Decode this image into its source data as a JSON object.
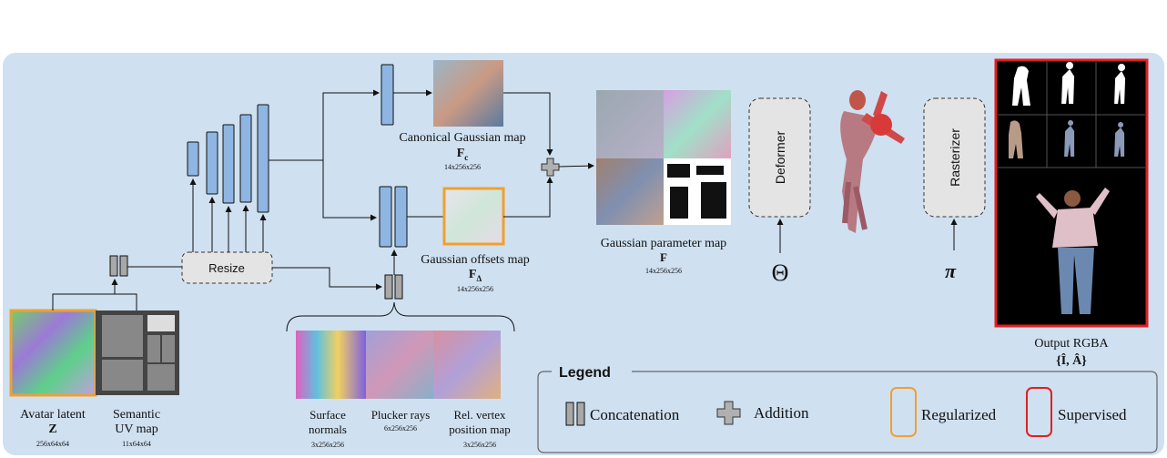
{
  "avatar_latent": {
    "label": "Avatar latent",
    "symbol": "Z",
    "dims": "256x64x64"
  },
  "semantic_uv": {
    "label_line1": "Semantic",
    "label_line2": "UV map",
    "dims": "11x64x64"
  },
  "resize": {
    "label": "Resize"
  },
  "canonical": {
    "label": "Canonical Gaussian map",
    "symbol": "F",
    "subscript": "c",
    "dims": "14x256x256"
  },
  "offsets": {
    "label": "Gaussian offsets map",
    "symbol": "F",
    "subscript": "Δ",
    "dims": "14x256x256"
  },
  "param_map": {
    "label": "Gaussian parameter map",
    "symbol": "F",
    "dims": "14x256x256"
  },
  "surface_normals": {
    "label_line1": "Surface",
    "label_line2": "normals",
    "dims": "3x256x256"
  },
  "plucker": {
    "label": "Plucker rays",
    "dims": "6x256x256"
  },
  "rel_vertex": {
    "label_line1": "Rel. vertex",
    "label_line2": "position map",
    "dims": "3x256x256"
  },
  "deformer": {
    "label": "Deformer",
    "input_symbol": "Θ"
  },
  "rasterizer": {
    "label": "Rasterizer",
    "input_symbol": "π"
  },
  "output": {
    "label": "Output RGBA",
    "symbol": "{Î, Â}"
  },
  "legend": {
    "title": "Legend",
    "concatenation": "Concatenation",
    "addition": "Addition",
    "regularized": "Regularized",
    "supervised": "Supervised"
  },
  "colors": {
    "panel_bg": "#cfe0f0",
    "block_fill": "#8fb6e2",
    "regularized": "#f0a030",
    "supervised": "#e02020"
  }
}
